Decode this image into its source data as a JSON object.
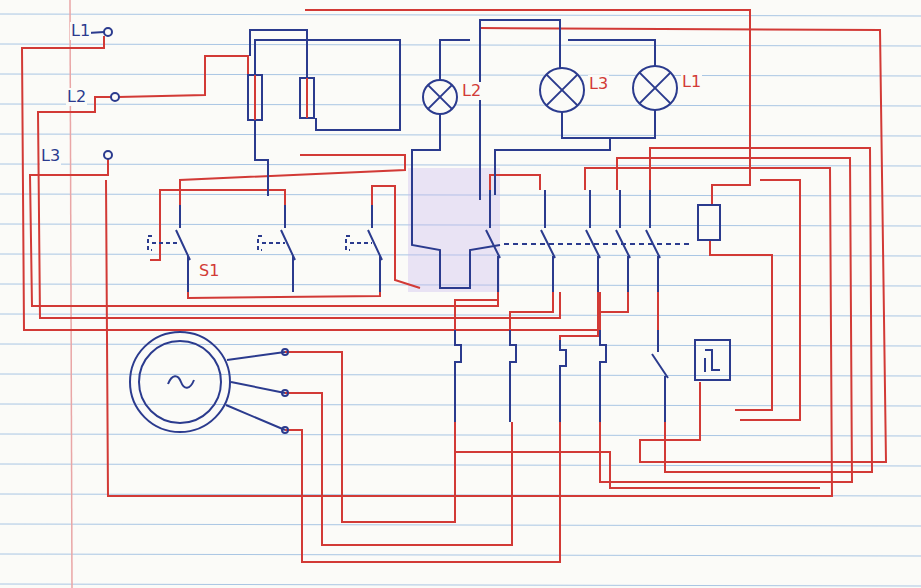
{
  "diagram": {
    "nodes": [
      {
        "text": [
          "L2"
        ]
      },
      {
        "text": [
          "L3"
        ]
      },
      {
        "text": [
          "L1"
        ]
      }
    ],
    "labels": [
      "L1",
      "L2",
      "L3",
      "S1"
    ]
  }
}
